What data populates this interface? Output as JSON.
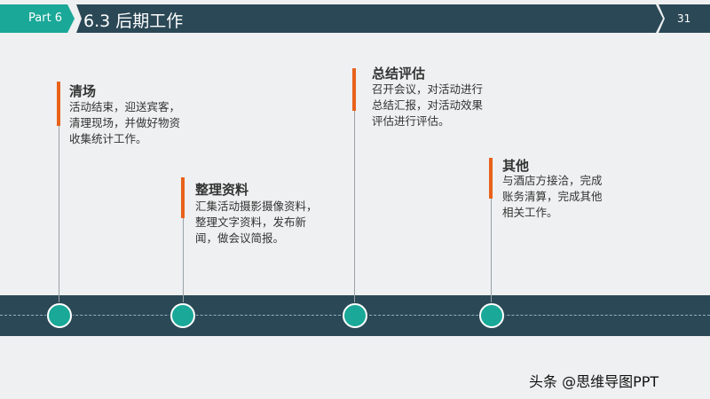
{
  "header": {
    "part": "Part 6",
    "title": "6.3 后期工作",
    "page": "31"
  },
  "colors": {
    "accent": "#e8621a",
    "teal": "#1aa898",
    "navy": "#2b4856",
    "background": "#eef0f1"
  },
  "items": [
    {
      "title": "清场",
      "lines": [
        "活动结束，迎送宾客，",
        "清理现场，并做好物资",
        "收集统计工作。"
      ]
    },
    {
      "title": "整理资料",
      "lines": [
        "汇集活动摄影摄像资料，",
        "整理文字资料，发布新",
        "闻，做会议简报。"
      ]
    },
    {
      "title": "总结评估",
      "lines": [
        "召开会议，对活动进行",
        "总结汇报，对活动效果",
        "评估进行评估。"
      ]
    },
    {
      "title": "其他",
      "lines": [
        "与酒店方接洽，完成",
        "账务清算，完成其他",
        "相关工作。"
      ]
    }
  ],
  "watermark": "头条 @思维导图PPT"
}
